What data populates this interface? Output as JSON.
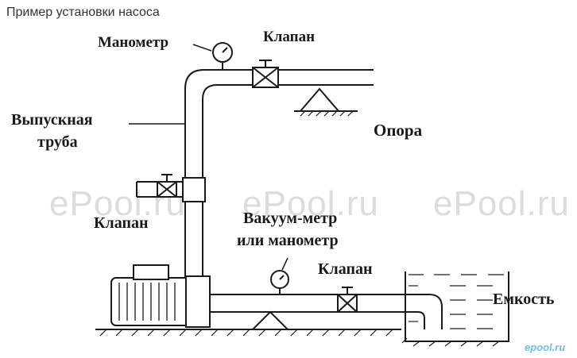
{
  "caption": "Пример установки насоса",
  "labels": {
    "manometer": "Манометр",
    "valve_top": "Клапан",
    "outlet_pipe_line1": "Выпускная",
    "outlet_pipe_line2": "труба",
    "support": "Опора",
    "valve_left": "Клапан",
    "vacuum_line1": "Вакуум-метр",
    "vacuum_line2": "или манометр",
    "valve_bottom": "Клапан",
    "tank": "Емкость"
  },
  "watermarks": [
    "ePool.ru",
    "ePool.ru",
    "ePool.ru"
  ],
  "logo": "epool.ru",
  "colors": {
    "line": "#1a1a1a",
    "watermark": "#dcdcdc",
    "logo": "#6cc0e6"
  }
}
